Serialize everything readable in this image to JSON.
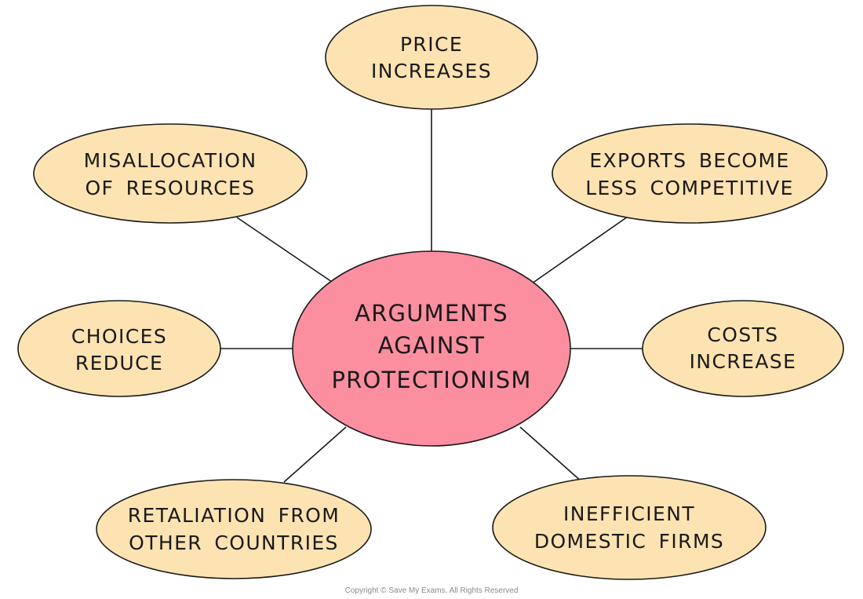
{
  "diagram": {
    "center": {
      "lines": [
        "ARGUMENTS",
        "AGAINST",
        "PROTECTIONISM"
      ],
      "color": "#fb8fa0"
    },
    "nodes": [
      {
        "id": "price-increases",
        "lines": [
          "PRICE",
          "INCREASES"
        ]
      },
      {
        "id": "exports-less-competitive",
        "lines": [
          "EXPORTS  BECOME",
          "LESS  COMPETITIVE"
        ]
      },
      {
        "id": "costs-increase",
        "lines": [
          "COSTS",
          "INCREASE"
        ]
      },
      {
        "id": "inefficient-domestic-firms",
        "lines": [
          "INEFFICIENT",
          "DOMESTIC  FIRMS"
        ]
      },
      {
        "id": "retaliation",
        "lines": [
          "RETALIATION  FROM",
          "OTHER  COUNTRIES"
        ]
      },
      {
        "id": "choices-reduce",
        "lines": [
          "CHOICES",
          "REDUCE"
        ]
      },
      {
        "id": "misallocation",
        "lines": [
          "MISALLOCATION",
          "OF  RESOURCES"
        ]
      }
    ],
    "node_color": "#fde3b2",
    "line_color": "#1a1a1a"
  },
  "copyright": "Copyright © Save My Exams. All Rights Reserved"
}
